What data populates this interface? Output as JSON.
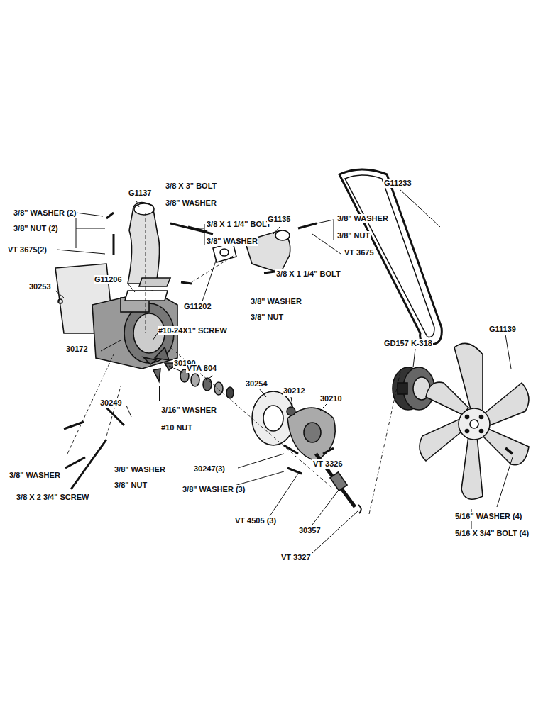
{
  "diagram": {
    "labels": [
      "G11233",
      "3/8 X 3\" BOLT",
      "3/8\" WASHER",
      "G1137",
      "3/8\" WASHER (2)",
      "3/8\" NUT (2)",
      "VT 3675(2)",
      "3/8 X 1 1/4\" BOLT",
      "3/8\" WASHER",
      "G1135",
      "3/8\" WASHER",
      "3/8\" NUT",
      "VT 3675",
      "30253",
      "G11206",
      "G11202",
      "3/8 X 1 1/4\" BOLT",
      "3/8\" WASHER",
      "3/8\" NUT",
      "G11139",
      "#10-24X1\" SCREW",
      "30172",
      "GD157 K-318",
      "30190",
      "VTA 804",
      "30254",
      "30212",
      "30210",
      "30249",
      "3/16\" WASHER",
      "#10 NUT",
      "3/8\" WASHER",
      "3/8\" NUT",
      "30247(3)",
      "VT 3326",
      "3/8\" WASHER",
      "3/8 X 2 3/4\" SCREW",
      "3/8\" WASHER (3)",
      "VT 4505 (3)",
      "30357",
      "VT 3327",
      "5/16\" WASHER (4)",
      "5/16 X 3/4\" BOLT (4)"
    ]
  }
}
